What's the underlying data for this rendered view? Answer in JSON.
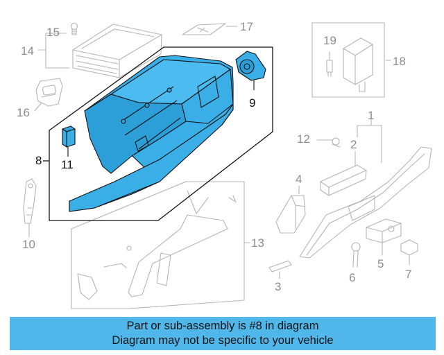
{
  "callouts": {
    "c1": "1",
    "c2": "2",
    "c3": "3",
    "c4": "4",
    "c5": "5",
    "c6": "6",
    "c7": "7",
    "c8": "8",
    "c9": "9",
    "c10": "10",
    "c11": "11",
    "c12": "12",
    "c13": "13",
    "c14": "14",
    "c15": "15",
    "c16": "16",
    "c17": "17",
    "c18": "18",
    "c19": "19"
  },
  "highlighted_part": "8",
  "highlight_color": "#3aaee6",
  "banner": {
    "line1": "Part or sub-assembly is #8 in diagram",
    "line2": "Diagram may not be specific to your vehicle",
    "background": "#4fb7ea"
  }
}
